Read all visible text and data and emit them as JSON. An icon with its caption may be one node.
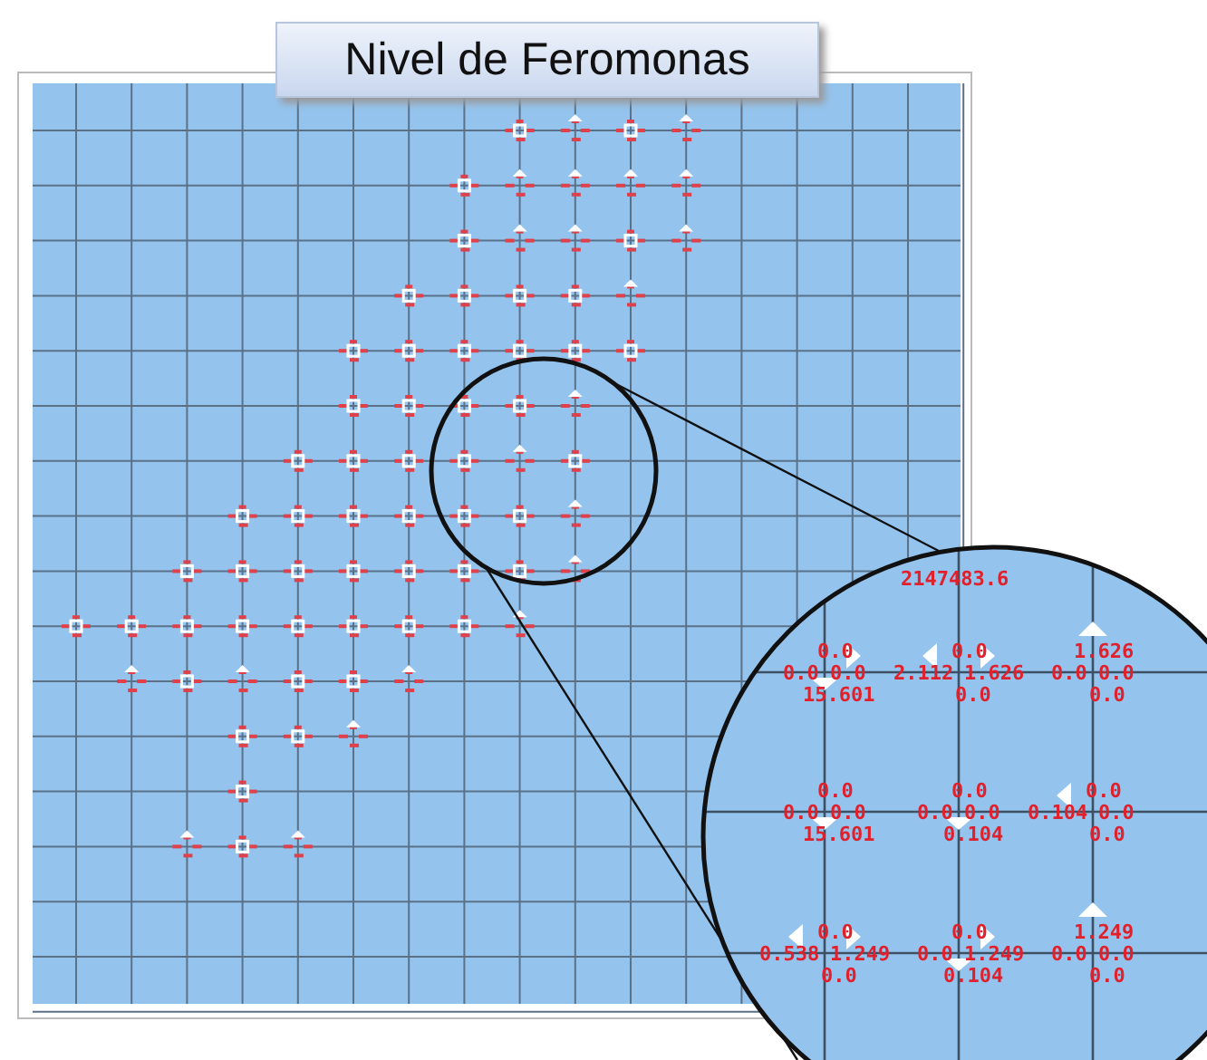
{
  "diagram": {
    "title": "Nivel de Feromonas",
    "labels": [
      "2147483.6",
      "0.0",
      "0.0",
      "0.0",
      "15.601",
      "0.0",
      "2.112",
      "1.626",
      "0.0",
      "1.626",
      "0.0",
      "0.0",
      "0.0",
      "0.0",
      "0.0",
      "0.0",
      "15.601",
      "0.0",
      "0.0",
      "0.0",
      "0.104",
      "0.0",
      "0.104",
      "0.0",
      "0.0",
      "0.0",
      "0.538",
      "1.249",
      "0.0",
      "0.0",
      "0.0",
      "1.249",
      "0.104",
      "1.249",
      "0.0",
      "0.0",
      "0.0"
    ]
  }
}
